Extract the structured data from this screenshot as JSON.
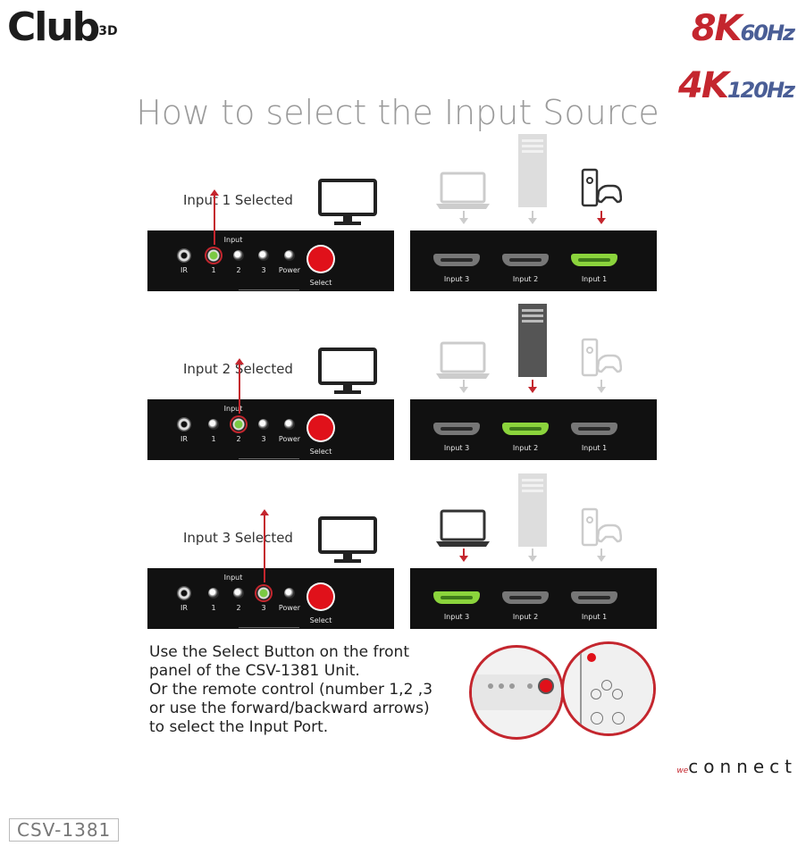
{
  "brand": {
    "name": "Club",
    "superscript": "3D",
    "footer_prefix": "we",
    "footer_name": "connect"
  },
  "resolutions": [
    {
      "big": "8K",
      "small": "60Hz"
    },
    {
      "big": "4K",
      "small": "120Hz"
    }
  ],
  "title": "How to select the Input Source",
  "device_labels": {
    "ir": "IR",
    "input": "Input",
    "power": "Power",
    "select": "Select",
    "n1": "1",
    "n2": "2",
    "n3": "3"
  },
  "port_labels": [
    "Input 3",
    "Input 2",
    "Input 1"
  ],
  "rows": [
    {
      "label": "Input 1 Selected",
      "active_button": 1,
      "active_port": "Input 1"
    },
    {
      "label": "Input 2 Selected",
      "active_button": 2,
      "active_port": "Input 2"
    },
    {
      "label": "Input 3 Selected",
      "active_button": 3,
      "active_port": "Input 3"
    }
  ],
  "instructions": "Use the Select Button on the front\npanel of the CSV-1381 Unit.\nOr the remote control (number 1,2 ,3\nor use the forward/backward arrows)\nto select the Input Port.",
  "model": "CSV-1381",
  "colors": {
    "accent_red": "#c4262e",
    "select_button": "#e0111a",
    "active_green": "#8bd43c",
    "title_gray": "#9a9a9a"
  }
}
